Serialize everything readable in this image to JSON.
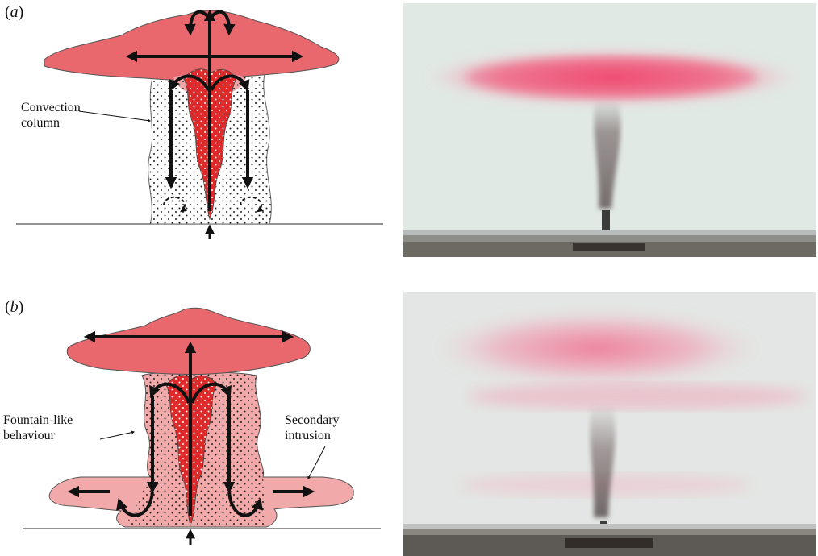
{
  "panels": [
    {
      "id": "a",
      "label_open": "(",
      "label_letter": "a",
      "label_close": ")",
      "annotations": [
        {
          "line1": "Convection",
          "line2": "column"
        }
      ]
    },
    {
      "id": "b",
      "label_open": "(",
      "label_letter": "b",
      "label_close": ")",
      "annotations": [
        {
          "line1": "Fountain-like",
          "line2": "behaviour"
        },
        {
          "line1": "Secondary",
          "line2": "intrusion"
        }
      ]
    }
  ],
  "colors": {
    "umbrella": "#e8686d",
    "core": "#dd2a2a",
    "column_a": "#ffffff",
    "column_b": "#f2a9aa",
    "arrow": "#111111",
    "tank_wall": "#dfe6e2",
    "dye_pink": "#f0426a"
  }
}
